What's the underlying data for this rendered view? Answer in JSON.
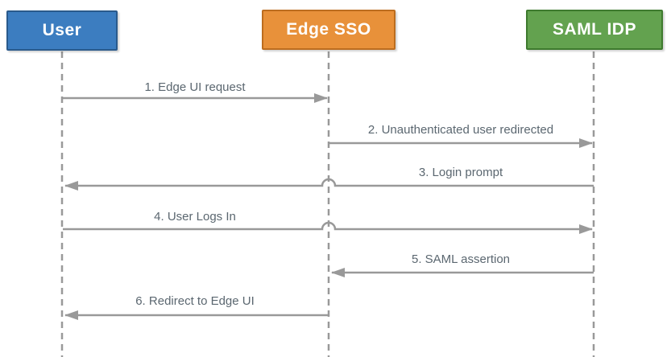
{
  "diagram_type": "sequence-diagram",
  "actors": [
    {
      "label": "User",
      "fill": "#3C7DC0",
      "border": "#2A5A8C"
    },
    {
      "label": "Edge SSO",
      "fill": "#E8913A",
      "border": "#BC6D1F"
    },
    {
      "label": "SAML IDP",
      "fill": "#63A24F",
      "border": "#3E7A2E"
    }
  ],
  "messages": [
    {
      "label": "1. Edge UI request",
      "from": "User",
      "to": "Edge SSO",
      "direction": "right"
    },
    {
      "label": "2. Unauthenticated user redirected",
      "from": "Edge SSO",
      "to": "SAML IDP",
      "direction": "right"
    },
    {
      "label": "3. Login prompt",
      "from": "SAML IDP",
      "to": "User",
      "direction": "left"
    },
    {
      "label": "4. User Logs In",
      "from": "User",
      "to": "SAML IDP",
      "direction": "right"
    },
    {
      "label": "5. SAML assertion",
      "from": "SAML IDP",
      "to": "Edge SSO",
      "direction": "left"
    },
    {
      "label": "6. Redirect to Edge UI",
      "from": "Edge SSO",
      "to": "User",
      "direction": "left"
    }
  ],
  "colors": {
    "line": "#999999",
    "label_text": "#5B6770",
    "background": "#ffffff"
  }
}
